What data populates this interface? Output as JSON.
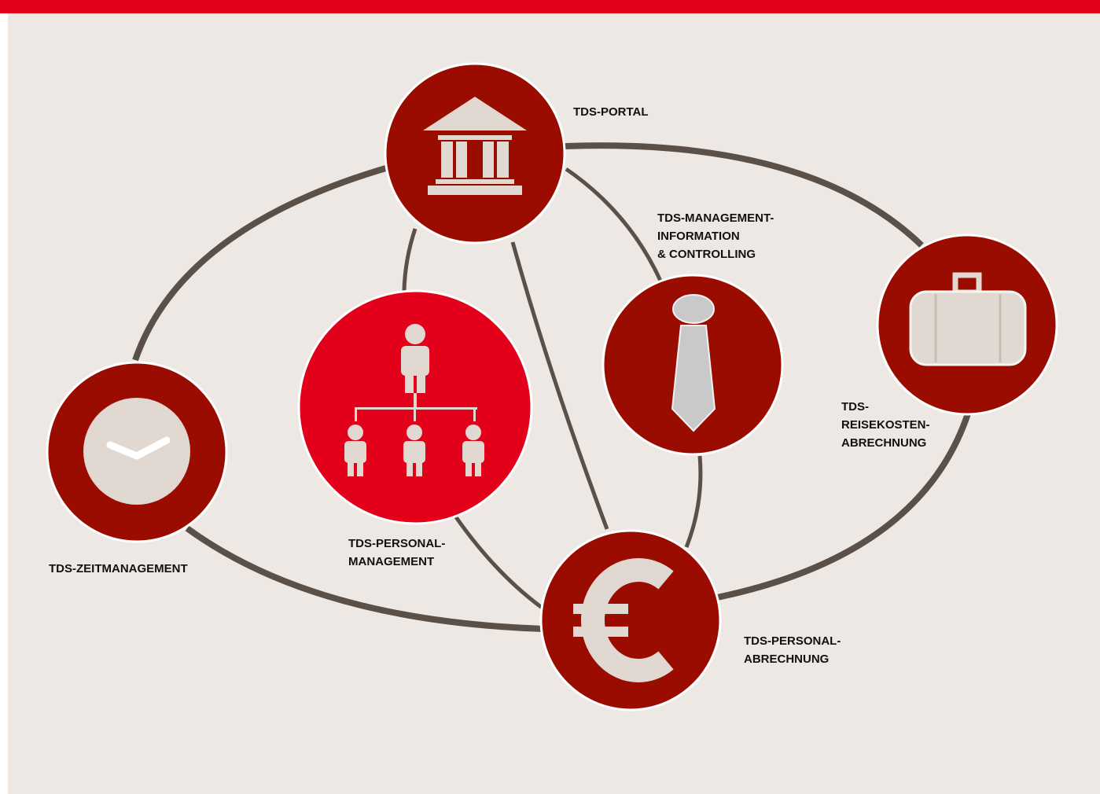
{
  "colors": {
    "top_bar": "#e3001b",
    "background": "#eee8e4",
    "node_dark_red": "#9a0b00",
    "node_bright_red": "#e3001b",
    "connector": "#5b5048",
    "icon_fill": "#e1d9d1",
    "icon_grey": "#c9c9c9"
  },
  "nodes": {
    "portal": {
      "icon": "bank-icon",
      "label_lines": [
        "TDS-PORTAL"
      ]
    },
    "management_information": {
      "icon": "tie-icon",
      "label_lines": [
        "TDS-MANAGEMENT-",
        "INFORMATION",
        "& CONTROLLING"
      ]
    },
    "reisekosten": {
      "icon": "suitcase-icon",
      "label_lines": [
        "TDS-",
        "REISEKOSTEN-",
        "ABRECHNUNG"
      ]
    },
    "personalmanagement": {
      "icon": "org-chart-icon",
      "label_lines": [
        "TDS-PERSONAL-",
        "MANAGEMENT"
      ]
    },
    "zeitmanagement": {
      "icon": "clock-icon",
      "label_lines": [
        "TDS-ZEITMANAGEMENT"
      ]
    },
    "personalabrechnung": {
      "icon": "euro-icon",
      "label_lines": [
        "TDS-PERSONAL-",
        "ABRECHNUNG"
      ]
    }
  }
}
